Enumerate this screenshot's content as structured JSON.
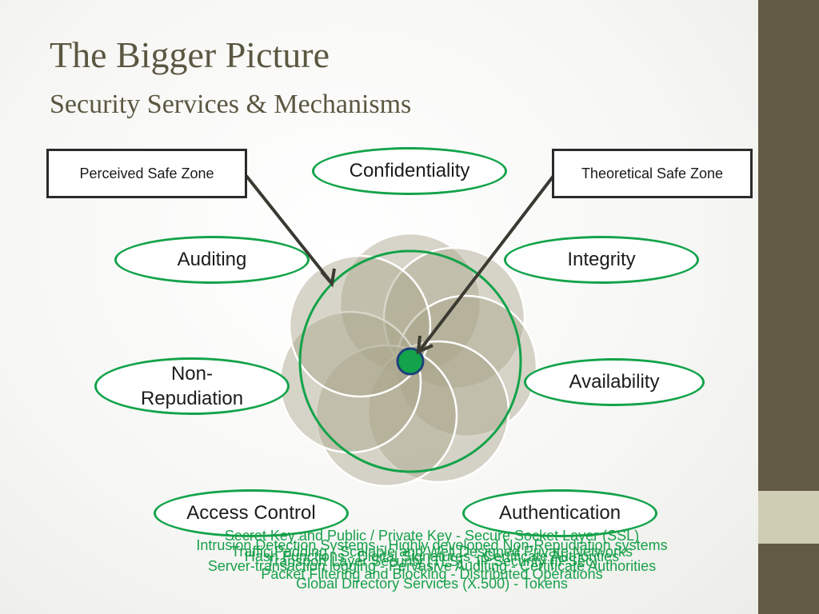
{
  "title": "The Bigger Picture",
  "subtitle": "Security Services & Mechanisms",
  "callouts": {
    "left": "Perceived Safe Zone",
    "right": "Theoretical Safe Zone"
  },
  "services": {
    "confidentiality": "Confidentiality",
    "auditing": "Auditing",
    "integrity": "Integrity",
    "non_repudiation_line1": "Non-",
    "non_repudiation_line2": "Repudiation",
    "availability": "Availability",
    "access_control": "Access Control",
    "authentication": "Authentication"
  },
  "mechanisms": [
    "Secret Key and Public / Private Key - Secure Socket Layer (SSL)",
    "Intrusion Detection Systems - Highly developed Non-Repudiation systems",
    "Traffic Padding - Scalable and Well Designed Private Networks",
    "Hash Functions - Digital Signatures - Certificate Authorities",
    "Transport Layer Security (TLS) - IP Security (IPSec)",
    "Server-transaction logging - Pervasive Auditing - Certificate Authorities",
    "Packet Filtering and Blocking - Distributed Operations",
    "Global Directory Services (X.500) - Tokens"
  ],
  "colors": {
    "accent_green": "#13a34a",
    "title_olive": "#5b5741",
    "petal_fill": "#a9a58a",
    "sidebar_dark": "#625a45",
    "sidebar_light": "#cfcdb4"
  }
}
